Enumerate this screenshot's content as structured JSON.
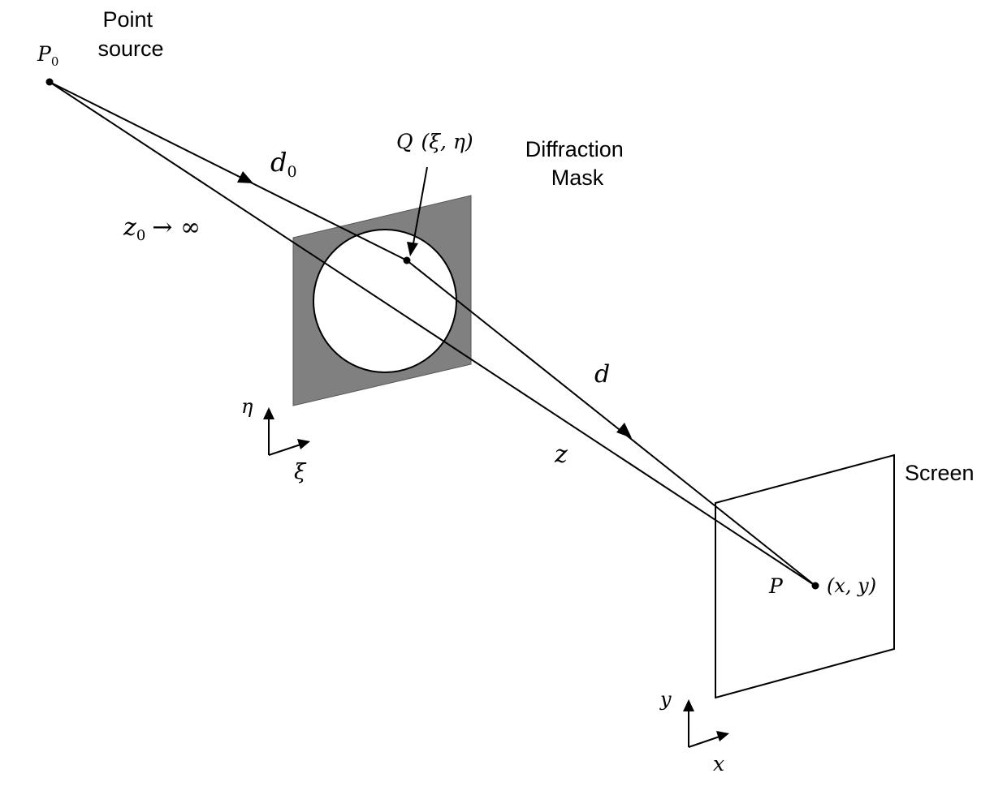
{
  "labels": {
    "p0": "P",
    "p0_sub": "0",
    "point_source_line1": "Point",
    "point_source_line2": "source",
    "d0": "d",
    "d0_sub": "0",
    "z0": "z",
    "z0_sub": "0",
    "z0_limit": "→ ∞",
    "q_point": "Q",
    "q_coords": "(ξ, η)",
    "mask_line1": "Diffraction",
    "mask_line2": "Mask",
    "eta": "η",
    "xi": "ξ",
    "d": "d",
    "z": "z",
    "screen": "Screen",
    "p": "P",
    "p_coords": "(x, y)",
    "y": "y",
    "x": "x"
  },
  "colors": {
    "mask_fill": "#808080",
    "aperture_fill": "#ffffff",
    "stroke": "#000000"
  }
}
